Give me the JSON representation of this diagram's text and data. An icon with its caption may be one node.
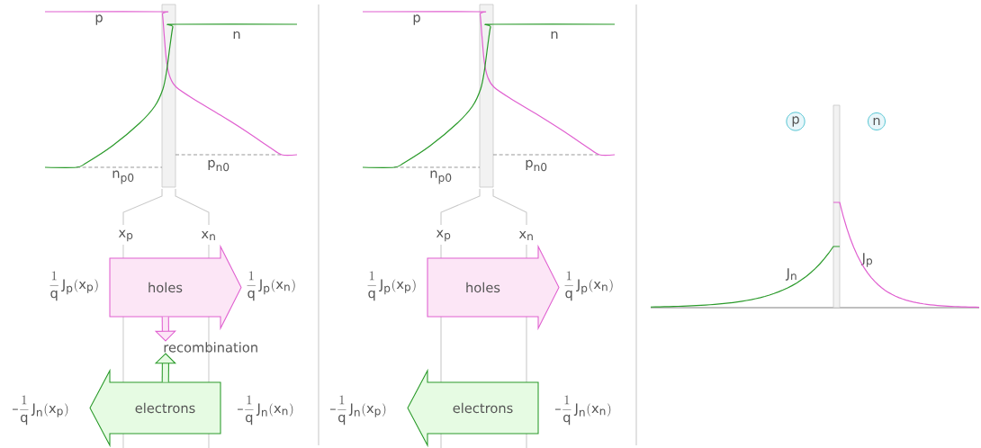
{
  "diagram": {
    "nodes": [
      {
        "text": [
          "holes"
        ]
      },
      {
        "text": [
          "recombination"
        ]
      },
      {
        "text": [
          "electrons"
        ]
      },
      {
        "text": [
          "holes"
        ]
      },
      {
        "text": [
          "electrons"
        ]
      },
      {
        "text": [
          "p"
        ]
      },
      {
        "text": [
          "n"
        ]
      }
    ],
    "edges": [
      {
        "from": 0,
        "to": 1,
        "arrow": "to",
        "color": "#e060d0"
      },
      {
        "from": 2,
        "to": 1,
        "arrow": "to",
        "color": "#2a9a2a"
      }
    ],
    "labels": [
      "p",
      "n",
      "p$_{n0}$",
      "n$_{p0}$",
      "x$_{p}$",
      "x$_{n}$",
      "\\frac{1}{q}\\,J_p(x_p)",
      "\\frac{1}{q}\\,J_p(x_n)",
      "-\\frac{1}{q}\\,J_n(x_p)",
      "-\\frac{1}{q}\\,J_n(x_n)",
      "p",
      "n",
      "p$_{n0}$",
      "n$_{p0}$",
      "x$_{p}$",
      "x$_{n}$",
      "\\frac{1}{q}\\,J_p(x_p)",
      "\\frac{1}{q}\\,J_p(x_n)",
      "-\\frac{1}{q}\\,J_n(x_p)",
      "-\\frac{1}{q}\\,J_n(x_n)",
      "J$_{n}$",
      "J$_{p}$"
    ]
  }
}
